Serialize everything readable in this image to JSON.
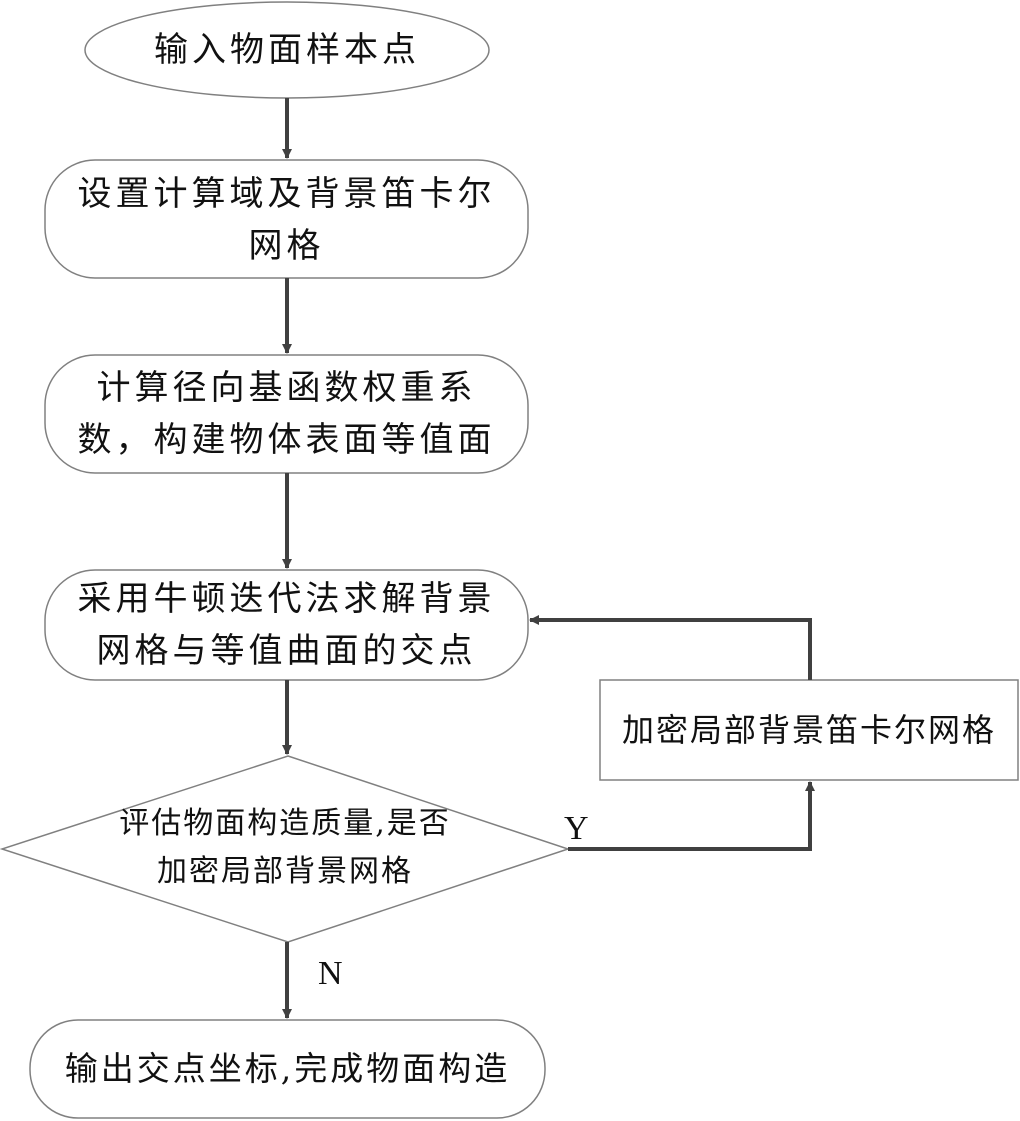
{
  "diagram": {
    "title": "物面构造流程图",
    "nodes": {
      "start": {
        "shape": "ellipse",
        "text": "输入物面样本点"
      },
      "setup": {
        "shape": "rounded-rect",
        "text": "设置计算域及背景笛卡尔\n网格"
      },
      "rbf": {
        "shape": "rounded-rect",
        "text": "计算径向基函数权重系\n数，构建物体表面等值面"
      },
      "newton": {
        "shape": "rounded-rect",
        "text": "采用牛顿迭代法求解背景\n网格与等值曲面的交点"
      },
      "decision": {
        "shape": "diamond",
        "text": "评估物面构造质量,是否\n加密局部背景网格"
      },
      "refine": {
        "shape": "rect",
        "text": "加密局部背景笛卡尔网格"
      },
      "output": {
        "shape": "rounded-rect",
        "text": "输出交点坐标,完成物面构造"
      }
    },
    "edges": [
      {
        "from": "start",
        "to": "setup",
        "label": ""
      },
      {
        "from": "setup",
        "to": "rbf",
        "label": ""
      },
      {
        "from": "rbf",
        "to": "newton",
        "label": ""
      },
      {
        "from": "newton",
        "to": "decision",
        "label": ""
      },
      {
        "from": "decision",
        "to": "refine",
        "label": "Y"
      },
      {
        "from": "refine",
        "to": "newton",
        "label": ""
      },
      {
        "from": "decision",
        "to": "output",
        "label": "N"
      }
    ],
    "colors": {
      "stroke": "#808080",
      "arrow": "#404040",
      "text": "#111111",
      "background": "#ffffff"
    }
  }
}
